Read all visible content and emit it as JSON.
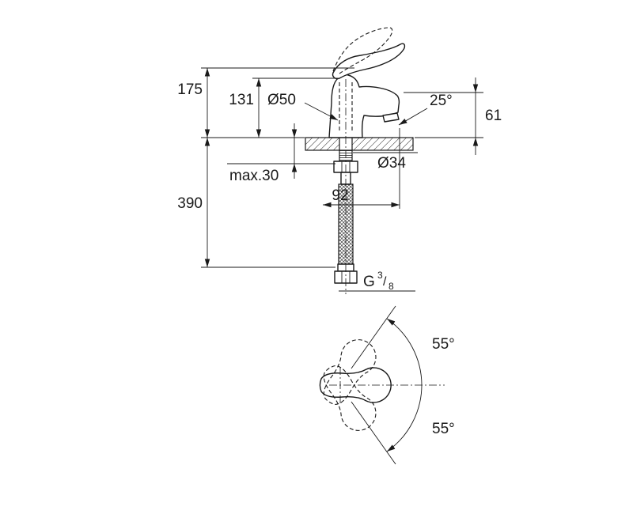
{
  "drawing": {
    "side_view": {
      "dim_height_total": "175",
      "dim_height_lever": "131",
      "dim_body_diameter": "Ø50",
      "dim_spout_angle": "25°",
      "dim_spout_height": "61",
      "dim_max_mounting": "max.30",
      "dim_hole_diameter": "Ø34",
      "dim_hose_length": "390",
      "dim_projection": "92",
      "thread": {
        "prefix": "G",
        "numerator": "3",
        "slash": "/",
        "denominator": "8"
      }
    },
    "top_view": {
      "dim_swivel_up": "55°",
      "dim_swivel_down": "55°"
    }
  },
  "colors": {
    "line": "#1a1a1a",
    "background": "#ffffff"
  }
}
